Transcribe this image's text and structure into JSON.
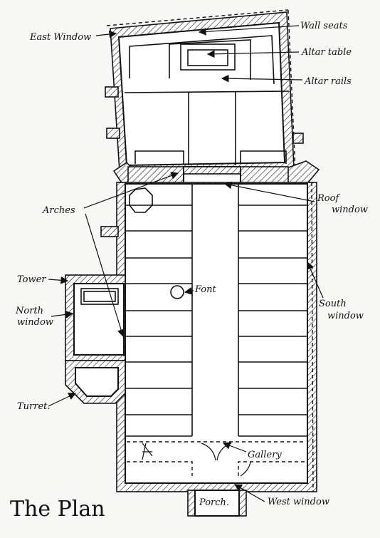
{
  "title": "The Plan",
  "labels": {
    "east_window": "East Window",
    "wall_seats": "Wall seats",
    "altar_table": "Altar table",
    "altar_rails": "Altar rails",
    "roof_window_1": "Roof",
    "roof_window_2": "window",
    "arches": "Arches",
    "tower": "Tower",
    "north_window_1": "North",
    "north_window_2": "window",
    "font": "Font",
    "south_window_1": "South",
    "south_window_2": "window",
    "turret": "Turret.",
    "gallery": "Gallery",
    "porch": "Porch.",
    "west_window": "West window"
  }
}
